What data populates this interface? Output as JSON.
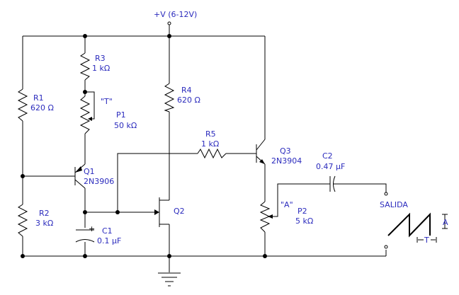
{
  "supply": {
    "label": "+V (6-12V)"
  },
  "components": {
    "r1": {
      "ref": "R1",
      "value": "620 Ω"
    },
    "r2": {
      "ref": "R2",
      "value": "3 kΩ"
    },
    "r3": {
      "ref": "R3",
      "value": "1 kΩ"
    },
    "r4": {
      "ref": "R4",
      "value": "620 Ω"
    },
    "r5": {
      "ref": "R5",
      "value": "1 kΩ"
    },
    "p1": {
      "ref": "P1",
      "value": "50 kΩ",
      "tag": "\"T\""
    },
    "p2": {
      "ref": "P2",
      "value": "5 kΩ",
      "tag": "\"A\""
    },
    "c1": {
      "ref": "C1",
      "value": "0.1 µF",
      "polarity": "+"
    },
    "c2": {
      "ref": "C2",
      "value": "0.47 µF"
    },
    "q1": {
      "ref": "Q1",
      "part": "2N3906"
    },
    "q2": {
      "ref": "Q2"
    },
    "q3": {
      "ref": "Q3",
      "part": "2N3904"
    }
  },
  "output": {
    "label": "SALIDA",
    "amplitude_label": "A",
    "period_label": "T"
  }
}
